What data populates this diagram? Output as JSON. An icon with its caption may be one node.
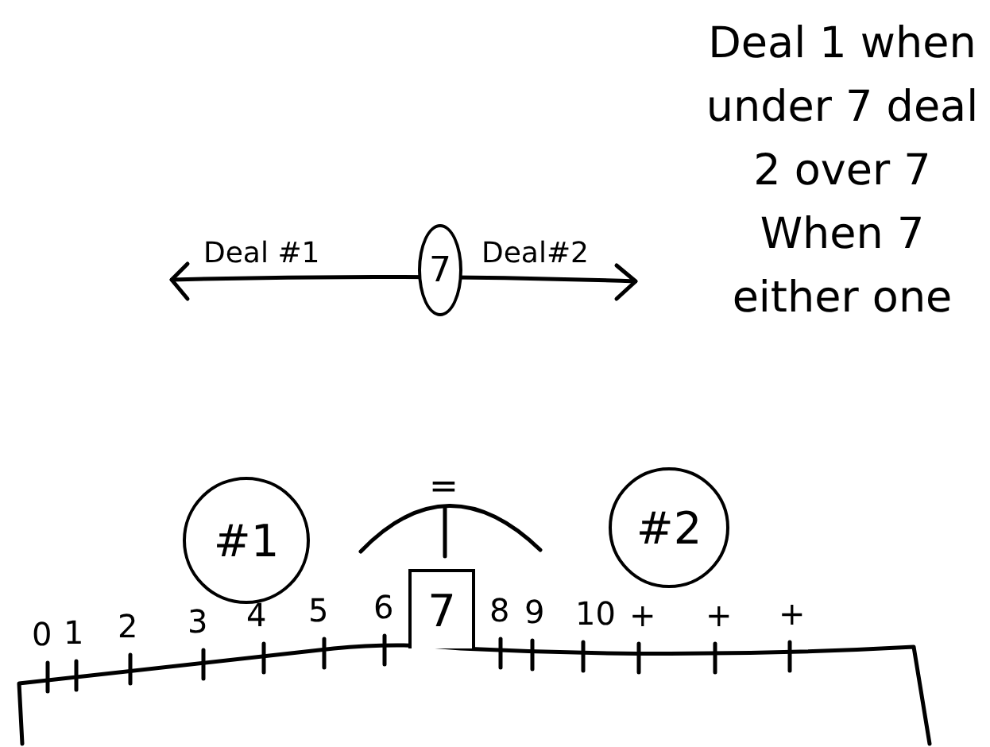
{
  "diagram": {
    "nodes": [
      {
        "text": [
          "7"
        ]
      },
      {
        "text": [
          "#1"
        ]
      },
      {
        "text": [
          "#2"
        ]
      },
      {
        "text": [
          "7"
        ]
      }
    ],
    "labels": [
      "Deal 1 when under 7 deal 2 over 7 When 7 either one",
      "Deal #1",
      "Deal#2",
      "=",
      "0",
      "1",
      "2",
      "3",
      "4",
      "5",
      "6",
      "8",
      "9",
      "10",
      "+",
      "+",
      "+"
    ]
  }
}
